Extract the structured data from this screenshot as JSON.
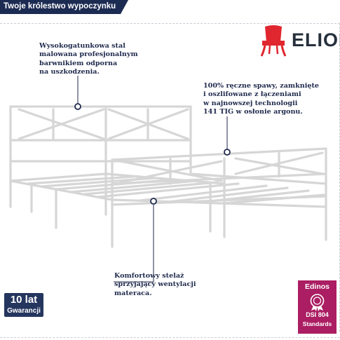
{
  "banner": {
    "text": "Twoje królestwo wypoczynku"
  },
  "brand": {
    "name": "ELIOR",
    "icon": "chair-icon"
  },
  "callouts": {
    "steel": {
      "lines": [
        "Wysokogatunkowa stal",
        "malowana profesjonalnym",
        "barwnikiem odporna",
        "na uszkodzenia."
      ]
    },
    "welding": {
      "lines": [
        "100% ręczne spawy, zamknięte",
        "i oszlifowane z łączeniami",
        "w najnowszej technologii",
        "141 TIG w osłonie argonu."
      ]
    },
    "slats": {
      "lines": [
        "Komfortowy stelaż",
        "sprzyjający wentylacji",
        "materaca."
      ]
    }
  },
  "warranty": {
    "top": "10 lat",
    "bottom": "Gwarancji"
  },
  "certification": {
    "brand": "Edinos",
    "mark": "DSI 804",
    "label": "Standards"
  },
  "colors": {
    "banner": "#1c2b52",
    "callout_text": "#1f2a4d",
    "logo_red": "#e0262f",
    "badge": "#24355e",
    "edinos": "#ab1e63"
  }
}
